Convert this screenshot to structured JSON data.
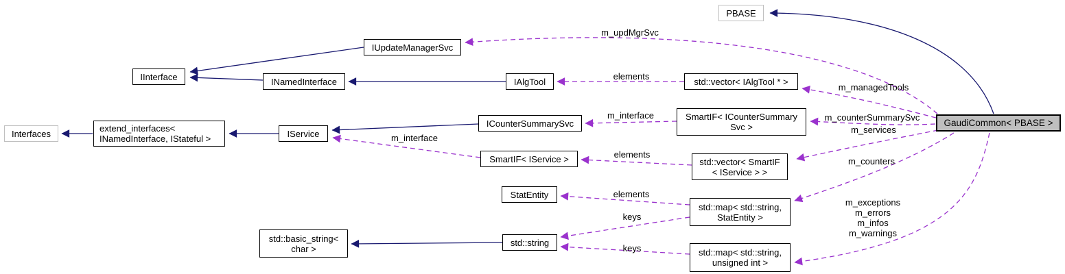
{
  "diagram": {
    "kind": "collaboration-graph",
    "colors": {
      "inheritance_edge": "#191970",
      "usage_edge": "#9a32cd",
      "node_border": "#000000",
      "external_node_border": "#bfbfbf",
      "current_node_fill": "#bfbfbf",
      "background": "#ffffff"
    },
    "nodes": {
      "pbase": {
        "label": "PBASE"
      },
      "gaudi_common": {
        "label": "GaudiCommon< PBASE >"
      },
      "iinterface": {
        "label": "IInterface"
      },
      "interfaces": {
        "label": "Interfaces"
      },
      "extend_interfaces": {
        "label": "extend_interfaces<\nINamedInterface, IStateful >"
      },
      "iupdate_manager_svc": {
        "label": "IUpdateManagerSvc"
      },
      "inamed_interface": {
        "label": "INamedInterface"
      },
      "ialg_tool": {
        "label": "IAlgTool"
      },
      "vector_ialgtool": {
        "label": "std::vector< IAlgTool * >"
      },
      "iservice": {
        "label": "IService"
      },
      "icounter_summary_svc": {
        "label": "ICounterSummarySvc"
      },
      "smartif_icountersummarysvc": {
        "label": "SmartIF< ICounterSummary\nSvc >"
      },
      "smartif_iservice": {
        "label": "SmartIF< IService >"
      },
      "vector_smartif_iservice": {
        "label": "std::vector< SmartIF\n< IService > >"
      },
      "stat_entity": {
        "label": "StatEntity"
      },
      "map_string_statentity": {
        "label": "std::map< std::string,\nStatEntity >"
      },
      "std_string": {
        "label": "std::string"
      },
      "map_string_unsigned": {
        "label": "std::map< std::string,\nunsigned int >"
      },
      "basic_string": {
        "label": "std::basic_string<\nchar >"
      }
    },
    "edge_labels": {
      "m_updMgrSvc": "m_updMgrSvc",
      "elements_tools": "elements",
      "m_managedTools": "m_managedTools",
      "m_interface_counter": "m_interface",
      "m_counterSummarySvc": "m_counterSummarySvc",
      "m_services": "m_services",
      "m_interface_service": "m_interface",
      "elements_services": "elements",
      "m_counters": "m_counters",
      "elements_statentity": "elements",
      "keys_statentity": "keys",
      "keys_unsigned": "keys",
      "m_exceptions_group": "m_exceptions\nm_errors\nm_infos\nm_warnings"
    }
  }
}
